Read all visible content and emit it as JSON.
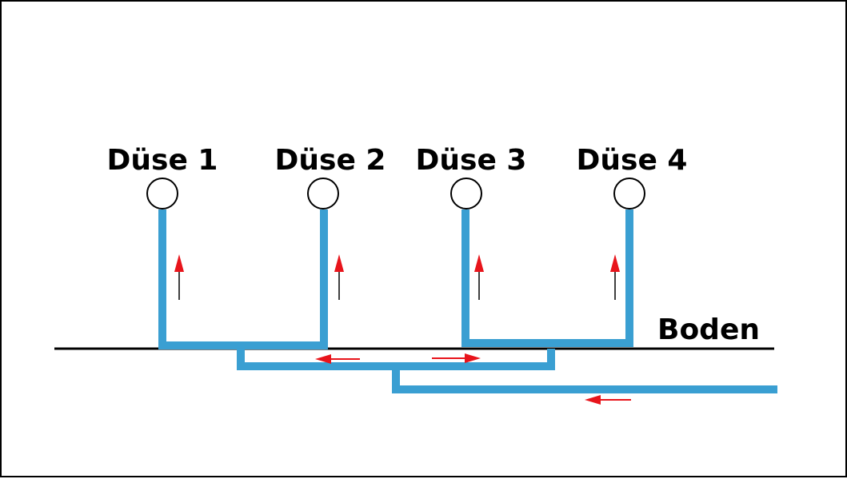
{
  "labels": {
    "nozzles": [
      "Düse 1",
      "Düse 2",
      "Düse 3",
      "Düse 4"
    ],
    "floor": "Boden"
  },
  "colors": {
    "pipe": "#3a9fd2",
    "arrow": "#e8141b",
    "floor_line": "#000000",
    "nozzle_outline": "#000000"
  }
}
